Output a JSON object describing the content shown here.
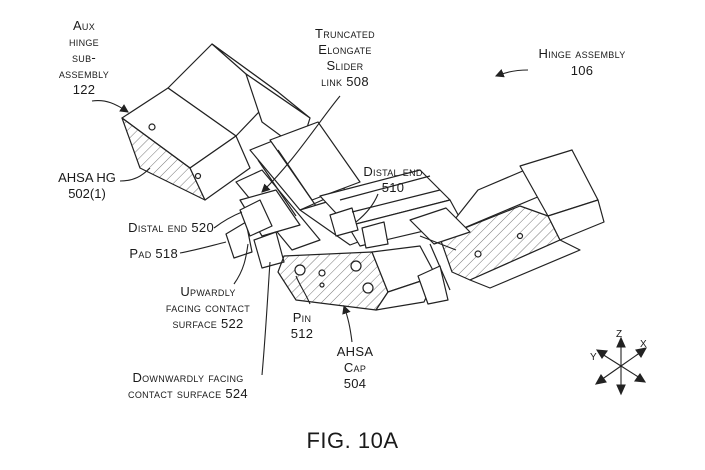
{
  "labels": {
    "aux_hinge": [
      "Aux",
      "hinge",
      "sub-",
      "assembly",
      "122"
    ],
    "ahsa_hg": [
      "AHSA HG",
      "502(1)"
    ],
    "truncated_slider": [
      "Truncated",
      "Elongate",
      "Slider",
      "link 508"
    ],
    "hinge_assembly": "Hinge assembly 106",
    "distal_end_510": [
      "Distal end",
      "510"
    ],
    "distal_end_520": "Distal end 520",
    "pad_518": "Pad 518",
    "upward_contact": [
      "Upwardly",
      "facing contact",
      "surface 522"
    ],
    "pin": [
      "Pin",
      "512"
    ],
    "ahsa_cap": [
      "AHSA",
      "Cap",
      "504"
    ],
    "downward_contact": [
      "Downwardly facing",
      "contact surface 524"
    ]
  },
  "axes": {
    "z": "Z",
    "x": "X",
    "y": "Y"
  },
  "caption": "FIG. 10A"
}
